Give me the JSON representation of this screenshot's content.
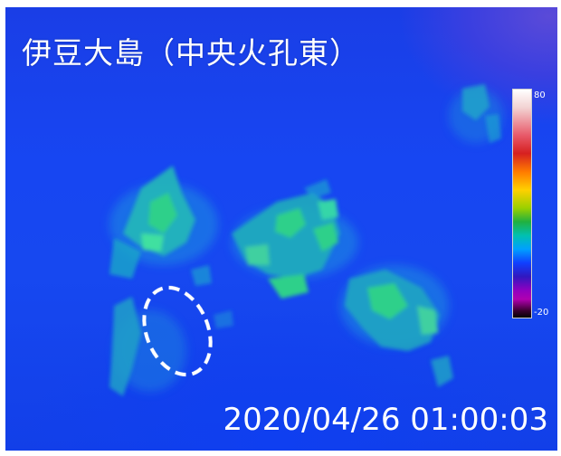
{
  "overlay": {
    "title": "伊豆大島（中央火孔東）",
    "timestamp": "2020/04/26 01:00:03"
  },
  "color_scale": {
    "max_label": "80",
    "min_label": "-20"
  },
  "colors": {
    "background_blue": "#1746f2",
    "warm_green": "#2fd08a",
    "warm_cyan": "#3fe0c0",
    "annotation": "#ffffff"
  }
}
